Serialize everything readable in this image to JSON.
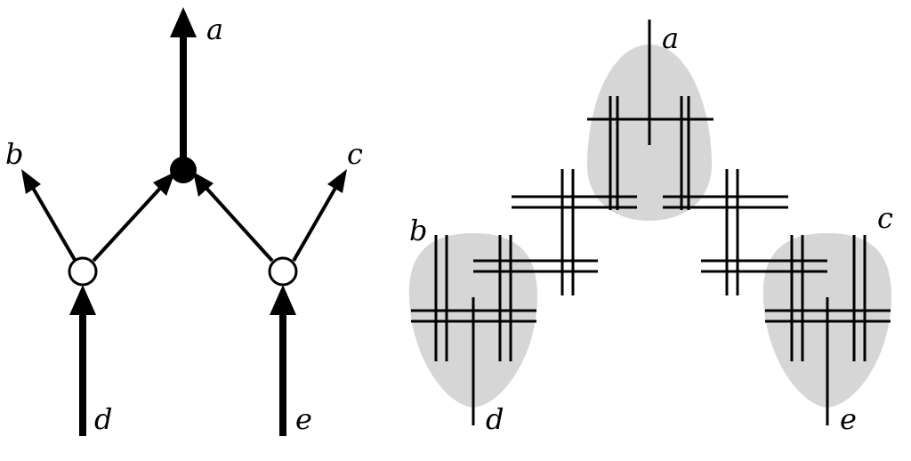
{
  "colors": {
    "ink": "#000000",
    "paper": "#ffffff",
    "blob": "#d6d6d6"
  },
  "left_diagram": {
    "nodes": {
      "junction": {
        "kind": "filled-dot"
      },
      "left_vertex": {
        "kind": "open-circle"
      },
      "right_vertex": {
        "kind": "open-circle"
      }
    },
    "labels": {
      "a": "a",
      "b": "b",
      "c": "c",
      "d": "d",
      "e": "e"
    }
  },
  "right_diagram": {
    "labels": {
      "a": "a",
      "b": "b",
      "c": "c",
      "d": "d",
      "e": "e"
    }
  }
}
